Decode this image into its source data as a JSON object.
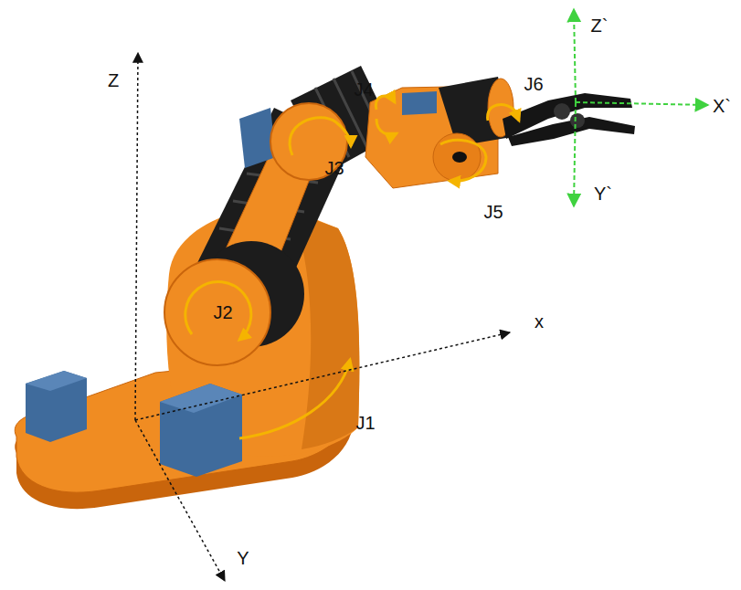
{
  "diagram": {
    "labels": [
      "Z`",
      "J6",
      "J4",
      "X`",
      "Z",
      "J3",
      "Y`",
      "J5",
      "J2",
      "x",
      "J1",
      "Y"
    ]
  }
}
